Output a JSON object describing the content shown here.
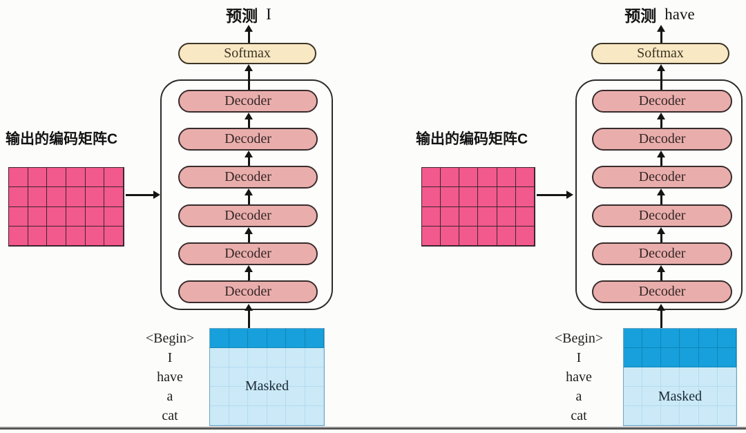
{
  "diagram": {
    "description": "Transformer decoder inference steps (two panels)",
    "colors": {
      "encoder_matrix_fill": "#f2598c",
      "decoder_fill": "#e9aeac",
      "softmax_fill": "#f9e8c4",
      "masked_dark_fill": "#17a0db",
      "masked_light_fill": "#cbe9f7",
      "outline": "#2b2b2b"
    },
    "panels": [
      {
        "prediction_label": "预测",
        "predicted_token": "I",
        "softmax_label": "Softmax",
        "decoder_label": "Decoder",
        "decoder_count": 6,
        "encoder_matrix_label": "输出的编码矩阵C",
        "masked_label": "Masked",
        "input_tokens": [
          "<Begin>",
          "I",
          "have",
          "a",
          "cat"
        ],
        "encoder_matrix": {
          "rows": 4,
          "cols": 6
        },
        "masked_matrix": {
          "rows": 5,
          "cols": 6,
          "dark_rows": 1
        }
      },
      {
        "prediction_label": "预测",
        "predicted_token": "have",
        "softmax_label": "Softmax",
        "decoder_label": "Decoder",
        "decoder_count": 6,
        "encoder_matrix_label": "输出的编码矩阵C",
        "masked_label": "Masked",
        "input_tokens": [
          "<Begin>",
          "I",
          "have",
          "a",
          "cat"
        ],
        "encoder_matrix": {
          "rows": 4,
          "cols": 6
        },
        "masked_matrix": {
          "rows": 5,
          "cols": 6,
          "dark_rows": 2
        }
      }
    ]
  }
}
